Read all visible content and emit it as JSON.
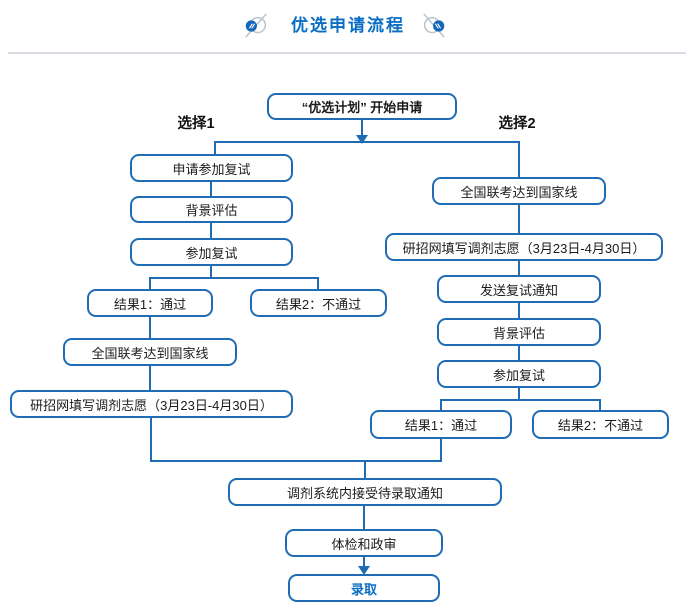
{
  "page": {
    "title": "优选申请流程",
    "colors": {
      "accent_blue": "#0a6ec5",
      "line_blue": "#1f6cb4",
      "divider_gray": "#d9dde3"
    },
    "icons": [
      "pen-circle-icon-left",
      "pen-circle-icon-right"
    ]
  },
  "flowchart": {
    "start": "“优选计划” 开始申请",
    "branch1_label": "选择1",
    "branch2_label": "选择2",
    "branch1_steps": [
      "申请参加复试",
      "背景评估",
      "参加复试"
    ],
    "branch1_results": [
      "结果1：通过",
      "结果2：不通过"
    ],
    "branch1_after": [
      "全国联考达到国家线",
      "研招网填写调剂志愿（3月23日-4月30日）"
    ],
    "branch2_steps": [
      "全国联考达到国家线",
      "研招网填写调剂志愿（3月23日-4月30日）",
      "发送复试通知",
      "背景评估",
      "参加复试"
    ],
    "branch2_results": [
      "结果1：通过",
      "结果2：不通过"
    ],
    "merge_steps": [
      "调剂系统内接受待录取通知",
      "体检和政审"
    ],
    "final": "录取"
  }
}
